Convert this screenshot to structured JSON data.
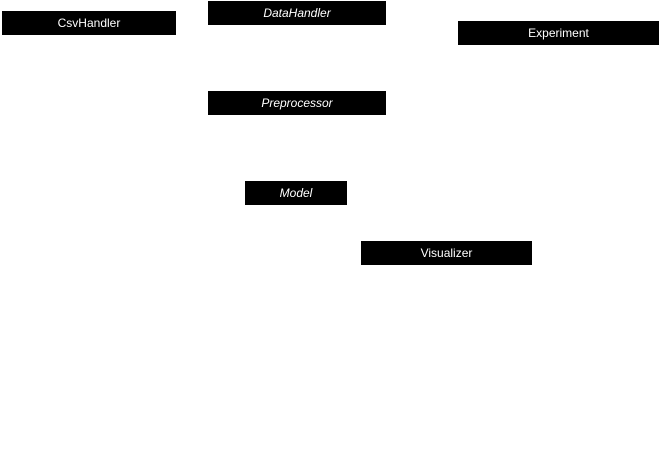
{
  "diagram": {
    "classes": [
      {
        "id": "csvhandler",
        "name": "CsvHandler",
        "abstract": false
      },
      {
        "id": "datahandler",
        "name": "DataHandler",
        "abstract": true
      },
      {
        "id": "experiment",
        "name": "Experiment",
        "abstract": false
      },
      {
        "id": "preprocessor",
        "name": "Preprocessor",
        "abstract": true
      },
      {
        "id": "model",
        "name": "Model",
        "abstract": true
      },
      {
        "id": "visualizer",
        "name": "Visualizer",
        "abstract": false
      }
    ],
    "colors": {
      "header_background": "#000000",
      "header_text": "#ffffff",
      "canvas_background": "#ffffff"
    }
  }
}
